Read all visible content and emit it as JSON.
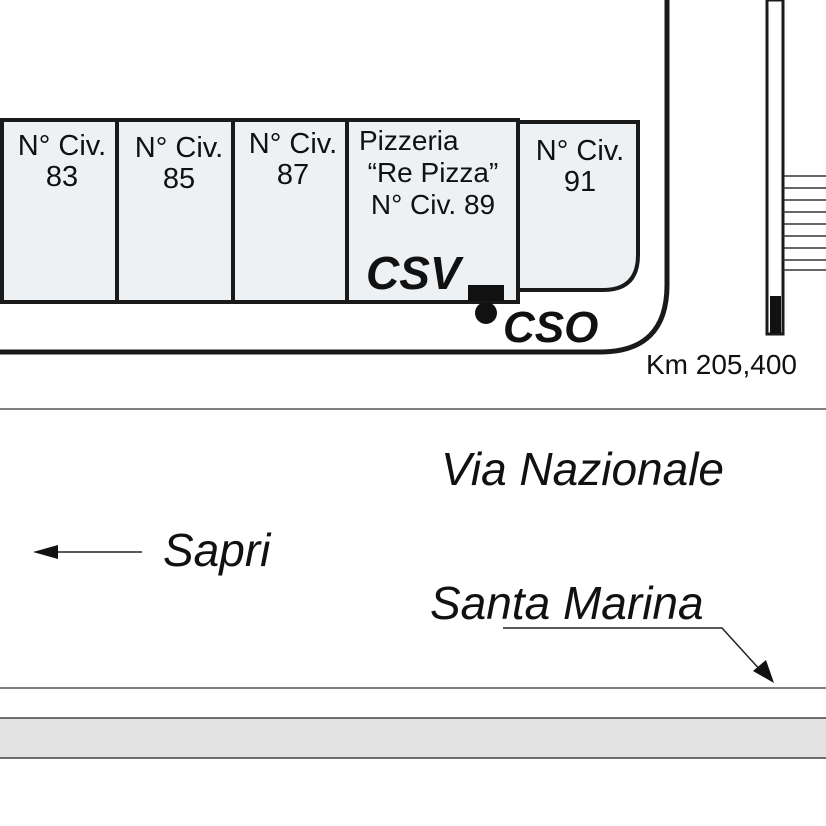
{
  "buildings": [
    {
      "line1": "N° Civ.",
      "line2": "83"
    },
    {
      "line1": "N° Civ.",
      "line2": "85"
    },
    {
      "line1": "N° Civ.",
      "line2": "87"
    },
    {
      "line1": "Pizzeria",
      "line2": "“Re Pizza”",
      "line3": "N° Civ. 89"
    },
    {
      "line1": "N° Civ.",
      "line2": "91"
    }
  ],
  "markers": {
    "csv": "CSV",
    "cso": "CSO"
  },
  "km_marker": "Km 205,400",
  "road_name": "Via Nazionale",
  "directions": {
    "left": "Sapri",
    "right": "Santa Marina"
  },
  "colors": {
    "building_fill": "#eef1f3",
    "road_strip": "#e3e3e3",
    "line": "#1a1a1a"
  }
}
